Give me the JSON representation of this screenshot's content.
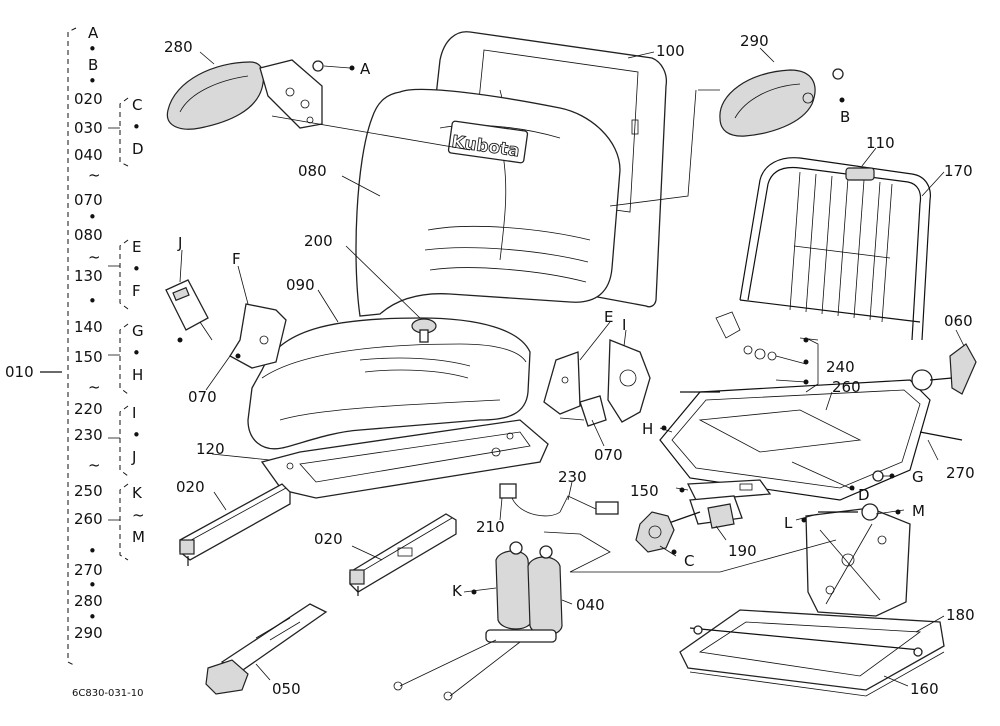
{
  "index": {
    "root": "010",
    "tilde": "~",
    "dot": "•",
    "column": [
      "A",
      "•",
      "B",
      "•",
      "020",
      "030",
      "040",
      "~",
      "070",
      "•",
      "080",
      "~",
      "130",
      "•",
      "140",
      "150",
      "~",
      "220",
      "230",
      "~",
      "250",
      "260",
      "•",
      "270",
      "•",
      "280",
      "•",
      "290"
    ],
    "groups": [
      {
        "items": [
          "C",
          "•",
          "D"
        ]
      },
      {
        "items": [
          "E",
          "•",
          "F"
        ]
      },
      {
        "items": [
          "G",
          "•",
          "H"
        ]
      },
      {
        "items": [
          "I",
          "•",
          "J"
        ]
      },
      {
        "items": [
          "K",
          "~",
          "M"
        ]
      }
    ]
  },
  "parts": [
    {
      "id": "p280",
      "text": "280"
    },
    {
      "id": "pA",
      "text": "A"
    },
    {
      "id": "p100",
      "text": "100"
    },
    {
      "id": "p290",
      "text": "290"
    },
    {
      "id": "pB",
      "text": "B"
    },
    {
      "id": "p080",
      "text": "080"
    },
    {
      "id": "p110",
      "text": "110"
    },
    {
      "id": "p170",
      "text": "170"
    },
    {
      "id": "pJ",
      "text": "J"
    },
    {
      "id": "pF",
      "text": "F"
    },
    {
      "id": "p200",
      "text": "200"
    },
    {
      "id": "p090",
      "text": "090"
    },
    {
      "id": "pE",
      "text": "E"
    },
    {
      "id": "pI",
      "text": "I"
    },
    {
      "id": "p060",
      "text": "060"
    },
    {
      "id": "p240",
      "text": "240"
    },
    {
      "id": "p070a",
      "text": "070"
    },
    {
      "id": "p260",
      "text": "260"
    },
    {
      "id": "pH",
      "text": "H"
    },
    {
      "id": "p070b",
      "text": "070"
    },
    {
      "id": "p120",
      "text": "120"
    },
    {
      "id": "pG",
      "text": "G"
    },
    {
      "id": "p270",
      "text": "270"
    },
    {
      "id": "p230",
      "text": "230"
    },
    {
      "id": "p150",
      "text": "150"
    },
    {
      "id": "pD",
      "text": "D"
    },
    {
      "id": "p020a",
      "text": "020"
    },
    {
      "id": "pL",
      "text": "L"
    },
    {
      "id": "pM",
      "text": "M"
    },
    {
      "id": "p210",
      "text": "210"
    },
    {
      "id": "p190",
      "text": "190"
    },
    {
      "id": "pC",
      "text": "C"
    },
    {
      "id": "p020b",
      "text": "020"
    },
    {
      "id": "pK",
      "text": "K"
    },
    {
      "id": "p040",
      "text": "040"
    },
    {
      "id": "p180",
      "text": "180"
    },
    {
      "id": "p050",
      "text": "050"
    },
    {
      "id": "p160",
      "text": "160"
    }
  ],
  "brand": "Kubota",
  "figure_code": "6C830-031-10"
}
